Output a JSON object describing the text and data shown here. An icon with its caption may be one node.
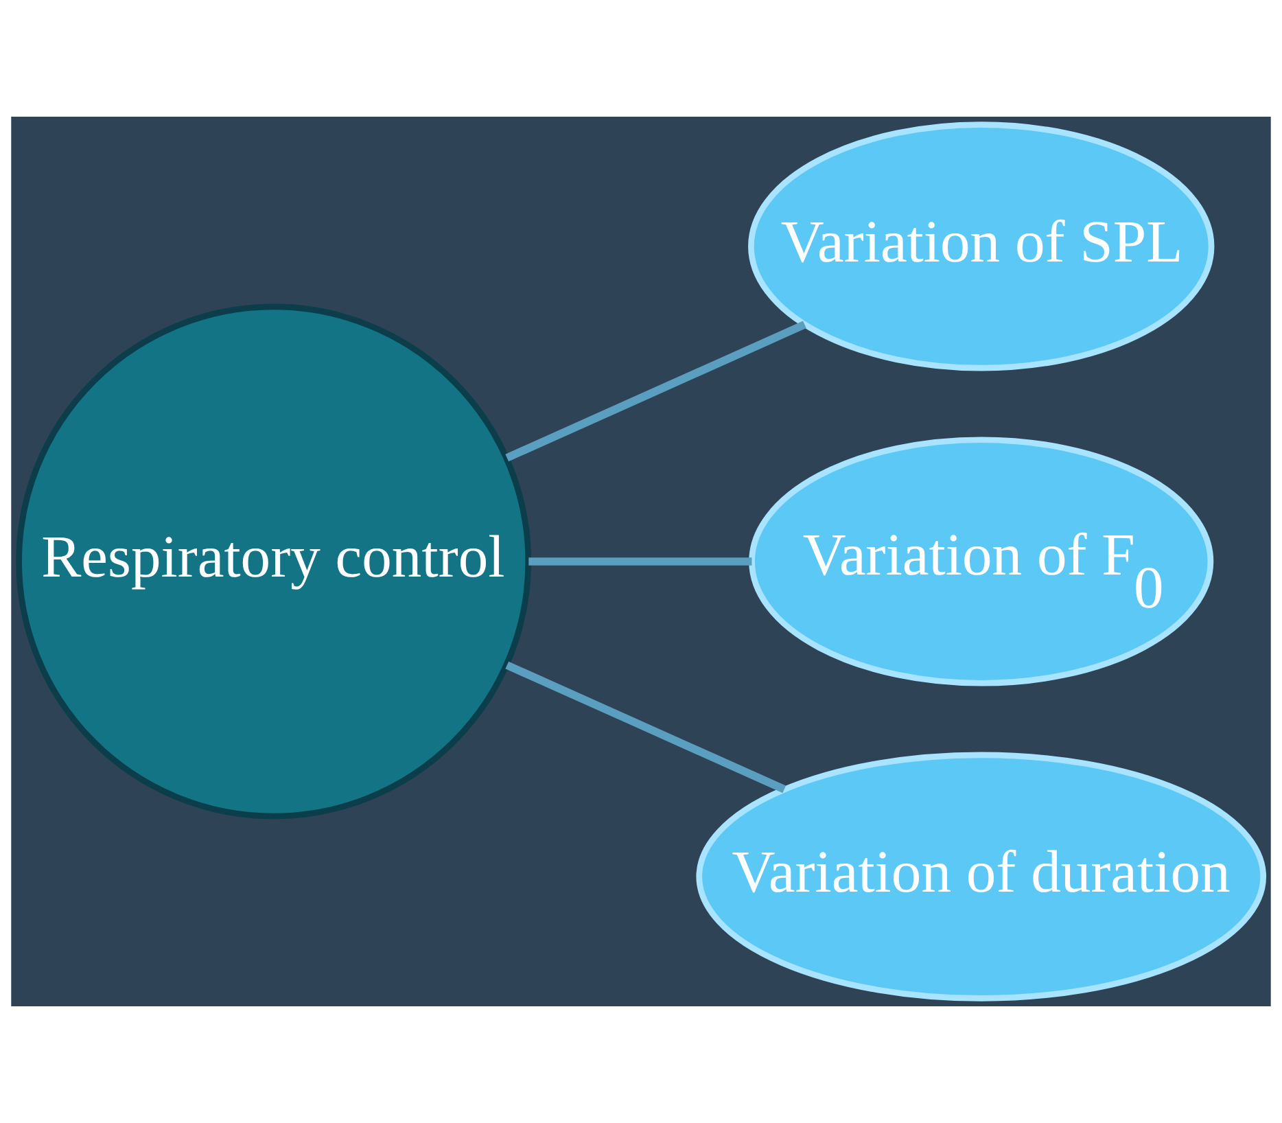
{
  "diagram": {
    "nodes": [
      {
        "text": [
          "Respiratory control"
        ]
      },
      {
        "text": [
          "Variation of SPL"
        ]
      },
      {
        "text": [
          "Variation of F$_{0}$"
        ]
      },
      {
        "text": [
          "Variation of duration"
        ]
      }
    ],
    "edges": [
      {
        "from": 0,
        "to": 1,
        "arrow": "none"
      },
      {
        "from": 0,
        "to": 2,
        "arrow": "none"
      },
      {
        "from": 0,
        "to": 3,
        "arrow": "none"
      }
    ]
  }
}
